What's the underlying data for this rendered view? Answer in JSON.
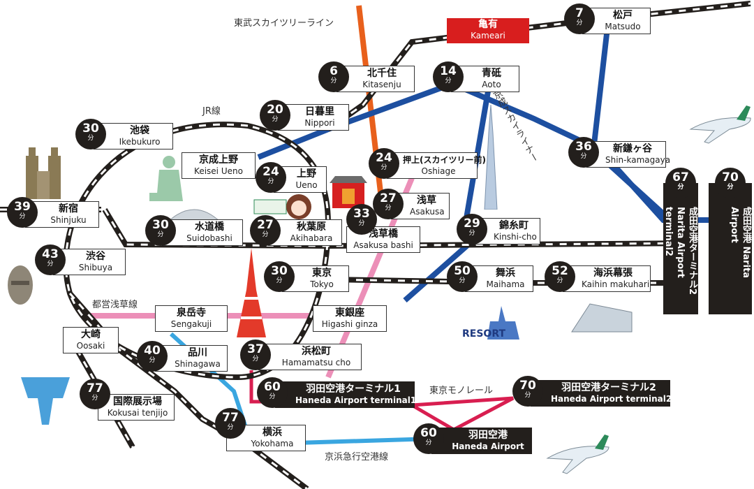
{
  "unit": "分",
  "lines": {
    "tobu": "東武スカイツリーライン",
    "jr": "JR線",
    "asakusa": "都営浅草線",
    "keisei": "京成スカイライナー",
    "monorail": "東京モノレール",
    "keikyu": "京浜急行空港線"
  },
  "kameari": {
    "jp": "亀有",
    "en": "Kameari"
  },
  "stations": {
    "matsudo": {
      "min": "7",
      "jp": "松戸",
      "en": "Matsudo"
    },
    "kitasenju": {
      "min": "6",
      "jp": "北千住",
      "en": "Kitasenju"
    },
    "aoto": {
      "min": "14",
      "jp": "青砥",
      "en": "Aoto"
    },
    "nippori": {
      "min": "20",
      "jp": "日暮里",
      "en": "Nippori"
    },
    "ikebukuro": {
      "min": "30",
      "jp": "池袋",
      "en": "Ikebukuro"
    },
    "shinkamagaya": {
      "min": "36",
      "jp": "新鎌ヶ谷",
      "en": "Shin-kamagaya"
    },
    "keiseiueno": {
      "jp": "京成上野",
      "en": "Keisei Ueno"
    },
    "ueno": {
      "min": "24",
      "jp": "上野",
      "en": "Ueno"
    },
    "oshiage": {
      "min": "24",
      "jp": "押上(スカイツリー前)",
      "en": "Oshiage"
    },
    "asakusa": {
      "min": "27",
      "jp": "浅草",
      "en": "Asakusa"
    },
    "shinjuku": {
      "min": "39",
      "jp": "新宿",
      "en": "Shinjuku"
    },
    "suidobashi": {
      "min": "30",
      "jp": "水道橋",
      "en": "Suidobashi"
    },
    "akihabara": {
      "min": "27",
      "jp": "秋葉原",
      "en": "Akihabara"
    },
    "asakusabashi": {
      "min": "33",
      "jp": "浅草橋",
      "en": "Asakusa bashi"
    },
    "kinshicho": {
      "min": "29",
      "jp": "錦糸町",
      "en": "Kinshi-cho"
    },
    "shibuya": {
      "min": "43",
      "jp": "渋谷",
      "en": "Shibuya"
    },
    "tokyo": {
      "min": "30",
      "jp": "東京",
      "en": "Tokyo"
    },
    "maihama": {
      "min": "50",
      "jp": "舞浜",
      "en": "Maihama"
    },
    "kaihin": {
      "min": "52",
      "jp": "海浜幕張",
      "en": "Kaihin makuhari"
    },
    "sengakuji": {
      "jp": "泉岳寺",
      "en": "Sengakuji"
    },
    "higashiginza": {
      "jp": "東銀座",
      "en": "Higashi ginza"
    },
    "oosaki": {
      "jp": "大崎",
      "en": "Oosaki"
    },
    "shinagawa": {
      "min": "40",
      "jp": "品川",
      "en": "Shinagawa"
    },
    "hamamatsucho": {
      "min": "37",
      "jp": "浜松町",
      "en": "Hamamatsu cho"
    },
    "kokusai": {
      "min": "77",
      "jp": "国際展示場",
      "en": "Kokusai tenjijo"
    },
    "hanedat1": {
      "min": "60",
      "jp": "羽田空港ターミナル1",
      "en": "Haneda Airport terminal1"
    },
    "hanedat2": {
      "min": "70",
      "jp": "羽田空港ターミナル2",
      "en": "Haneda Airport terminal2"
    },
    "yokohama": {
      "min": "77",
      "jp": "横浜",
      "en": "Yokohama"
    },
    "haneda": {
      "min": "60",
      "jp": "羽田空港",
      "en": "Haneda Airport"
    },
    "naritat2": {
      "min": "67",
      "text": "成田空港ターミナル2 Narita Airport terminal2"
    },
    "narita": {
      "min": "70",
      "text": "成田空港 Narita Airport"
    }
  },
  "landmarks": {
    "disney": "RESORT"
  },
  "colors": {
    "jr": "#231f1c",
    "tobu": "#e8601c",
    "keisei": "#1d4fa0",
    "asakusa": "#ec8fb8",
    "keikyu": "#3aa6e0",
    "monorail": "#d81e50",
    "haneda_link": "#d81e1e",
    "badge": "#231f1c"
  }
}
